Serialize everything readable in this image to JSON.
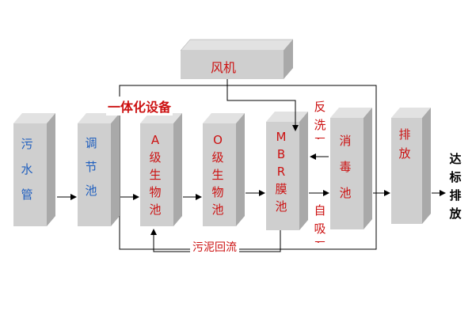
{
  "diagram": {
    "fan": "风机",
    "integrated_equipment": "一体化设备",
    "sewage_pipe": "污水管",
    "regulating_tank": "调节池",
    "a_tank": "A级生物池",
    "o_tank": "O级生物池",
    "mbr_tank": "MBR膜池",
    "disinfection_tank": "消毒池",
    "discharge": "排放",
    "backwash_pump": "反洗泵",
    "self_priming_pump": "自吸泵",
    "sludge_return": "污泥回流",
    "meets_standard_discharge": "达标排放"
  },
  "colors": {
    "box_front": "#cfcfcf",
    "box_side": "#a9a9a9",
    "box_top": "#e2e2e2",
    "blue_text": "#1f5fbf",
    "red_text": "#cc1111"
  }
}
